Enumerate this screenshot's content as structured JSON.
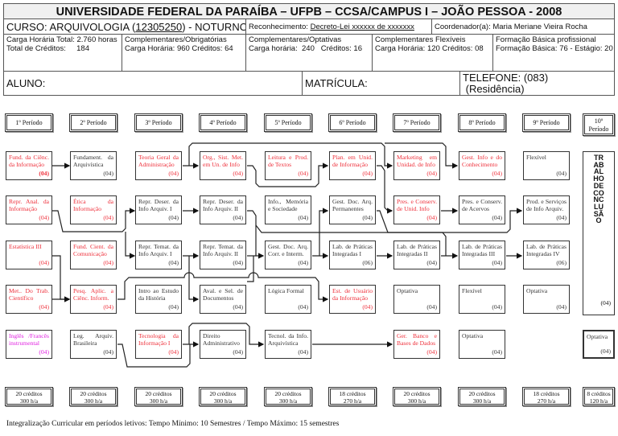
{
  "header": {
    "title": "UNIVERSIDADE FEDERAL DA PARAÍBA – UFPB – CCSA/CAMPUS I – JOÃO PESSOA - 2008",
    "curso_prefix": "CURSO: ARQUIVOLOGIA (",
    "curso_code": "12305250",
    "curso_suffix": ") - NOTURNO",
    "reconhecimento_label": "Reconhecimento: ",
    "reconhecimento_value": "Decreto-Lei xxxxxx de xxxxxxx",
    "coordenador": "Coordenador(a): Maria Meriane Vieira Rocha",
    "carga_total": "Carga Horária Total:  2.760 horas",
    "total_creditos": "Total de Créditos:     184",
    "comp_obrig_title": "Complementares/Obrigatórias",
    "comp_obrig_value": "Carga Horária: 960  Créditos: 64",
    "comp_opt_title": "Complementares/Optativas",
    "comp_opt_value": "Carga horária:  240   Créditos: 16",
    "comp_flex_title": "Complementares Flexíveis",
    "comp_flex_value": "Carga Horária: 120  Créditos: 08",
    "formacao_title": "Formação Básica profissional",
    "formacao_value": "Formação Básica: 76 - Estágio: 20",
    "aluno": "ALUNO:",
    "matricula": "MATRÍCULA:",
    "telefone": "TELEFONE: (083)",
    "residencia": " (Residência)"
  },
  "periods": [
    {
      "label": "1º Período",
      "totals": [
        "20 créditos",
        "300 h/a"
      ],
      "courses": [
        {
          "name": "Fund. da Ciênc. da Informação",
          "credits": "(04)"
        },
        {
          "name": "Repr. Anal. da Informação",
          "credits": "(04)"
        },
        {
          "name": "Estatística III",
          "credits": "(04)"
        },
        {
          "name": "Met.. Do Trab. Científico",
          "credits": "(04)"
        },
        {
          "name": "Inglês /Francês instrumental",
          "credits": "(04)"
        }
      ]
    },
    {
      "label": "2º Período",
      "totals": [
        "20 créditos",
        "300 h/a"
      ],
      "courses": [
        {
          "name": "Fundament. da Arquivística",
          "credits": "(04)"
        },
        {
          "name": "Ética da Informação",
          "credits": "(04)"
        },
        {
          "name": "Fund. Cient. da Comunicação",
          "credits": "(04)"
        },
        {
          "name": "Pesq. Aplic. a Ciênc. Inform.",
          "credits": "(04)"
        },
        {
          "name": "Leg. Arquiv. Brasileira",
          "credits": "(04)"
        }
      ]
    },
    {
      "label": "3º Período",
      "totals": [
        "20 créditos",
        "300 h/a"
      ],
      "courses": [
        {
          "name": "Teoria Geral da Administração",
          "credits": "(04)"
        },
        {
          "name": "Repr. Deser. da Info Arquiv. I",
          "credits": "(04)"
        },
        {
          "name": "Repr. Temat. da Info Arquiv. I",
          "credits": "(04)"
        },
        {
          "name": "Intro ao Estudo da História",
          "credits": "(04)"
        },
        {
          "name": "Tecnologia da Informação I",
          "credits": "(04)"
        }
      ]
    },
    {
      "label": "4º Período",
      "totals": [
        "20 créditos",
        "300 h/a"
      ],
      "courses": [
        {
          "name": "Org., Sist. Met. em Un. de Info",
          "credits": "(04)"
        },
        {
          "name": "Repr. Deser. da Info Arquiv. II",
          "credits": "(04)"
        },
        {
          "name": "Repr. Temat. da Info Arquiv. II",
          "credits": "(04)"
        },
        {
          "name": "Aval. e Sel. de Documentos",
          "credits": "(04)"
        },
        {
          "name": "Direito Administrativo",
          "credits": "(04)"
        }
      ]
    },
    {
      "label": "5º Período",
      "totals": [
        "20 créditos",
        "300 h/a"
      ],
      "courses": [
        {
          "name": "Leitura e Prod. de Textos",
          "credits": "(04)"
        },
        {
          "name": "Info., Memória e Sociedade",
          "credits": "(04)"
        },
        {
          "name": "Gest. Doc. Arq. Corr. e Interm.",
          "credits": "(04)"
        },
        {
          "name": "Lógica Formal",
          "credits": "(04)"
        },
        {
          "name": "Tecnol. da Info. Arquivística",
          "credits": "(04)"
        }
      ]
    },
    {
      "label": "6º Período",
      "totals": [
        "18 créditos",
        "270 h/a"
      ],
      "courses": [
        {
          "name": "Plan. em Unid. de Informação",
          "credits": "(04)"
        },
        {
          "name": "Gest. Doc. Arq. Permanentes",
          "credits": "(04)"
        },
        {
          "name": "Lab. de Práticas Integradas I",
          "credits": "(06)"
        },
        {
          "name": "Est. de Usuário da Informação",
          "credits": "(04)"
        }
      ]
    },
    {
      "label": "7º Período",
      "totals": [
        "20 créditos",
        "300 h/a"
      ],
      "courses": [
        {
          "name": "Marketing em Unidad. de Info",
          "credits": "(04)"
        },
        {
          "name": "Pres. e Conserv. de Unid. Info",
          "credits": "(04)"
        },
        {
          "name": "Lab. de Práticas Integradas II",
          "credits": "(04)"
        },
        {
          "name": "Optativa",
          "credits": "(04)"
        },
        {
          "name": "Ger. Banco e Bases de Dados",
          "credits": "(04)"
        }
      ]
    },
    {
      "label": "8º Período",
      "totals": [
        "20 créditos",
        "300 h/a"
      ],
      "courses": [
        {
          "name": "Gest. Info e do Conhecimento",
          "credits": "(04)"
        },
        {
          "name": "Pres. e Conserv. de Acervos",
          "credits": "(04)"
        },
        {
          "name": "Lab. de Práticas Integradas III",
          "credits": "(04)"
        },
        {
          "name": "Flexível",
          "credits": "(04)"
        },
        {
          "name": "Optativa",
          "credits": "(04)"
        }
      ]
    },
    {
      "label": "9º Período",
      "totals": [
        "18 créditos",
        "270 h/a"
      ],
      "courses": [
        {
          "name": "Flexível",
          "credits": "(04)"
        },
        {
          "name": "Prod. e Serviços de Info Arquiv.",
          "credits": "(04)"
        },
        {
          "name": "Lab. de Práticas Integradas IV",
          "credits": "(06)"
        },
        {
          "name": "Optativa",
          "credits": "(04)"
        }
      ]
    },
    {
      "label": "10º Período",
      "totals": [
        "8 créditos",
        "120 h/a"
      ],
      "courses": [
        {
          "name": "TRABALHO DE CONCLUSÃO",
          "credits": "(04)"
        },
        {
          "name": "Optativa",
          "credits": "(04)"
        }
      ]
    }
  ],
  "footer": "Integralização Curricular em períodos letivos:  Tempo Mínimo: 10 Semestres / Tempo Máximo: 15 semestres",
  "colors": {
    "obrigatoria_red": "#ee2f3a",
    "idioma_magenta": "#e020e0"
  }
}
